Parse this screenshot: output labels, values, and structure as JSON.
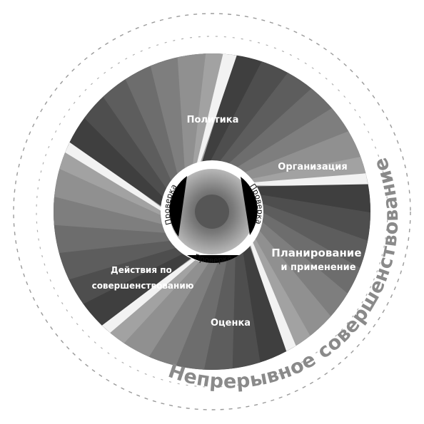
{
  "segments": [
    {
      "lines": [
        "Политика"
      ]
    },
    {
      "lines": [
        "Организация"
      ]
    },
    {
      "lines": [
        "Планирование",
        "и применение"
      ]
    },
    {
      "lines": [
        "Оценка"
      ]
    },
    {
      "lines": [
        "Действия по",
        "совершенствованию"
      ]
    }
  ],
  "hub": {
    "labels": [
      "Проверка",
      "Проверка",
      "Проверка"
    ]
  },
  "outer_text": "Непрерывное совершенствование",
  "colors": {
    "background": "#ffffff",
    "segment_dark": "#3e3e3e",
    "segment_mid": "#6e6e6e",
    "segment_light": "#a6a6a6",
    "ring_dash": "#9a9a9a",
    "outer_text": "#8a8a8a"
  }
}
